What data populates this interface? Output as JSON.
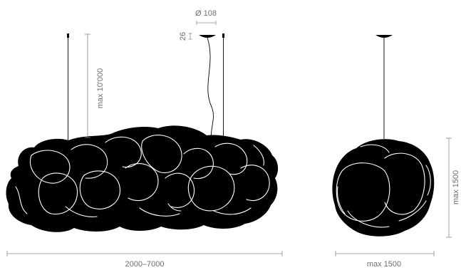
{
  "dimensions": {
    "canopy_diameter": "Ø 108",
    "canopy_height": "26",
    "suspension_length": "max 10'000",
    "side_width": "2000–7000",
    "front_width": "max 1500",
    "front_height": "max 1500"
  }
}
